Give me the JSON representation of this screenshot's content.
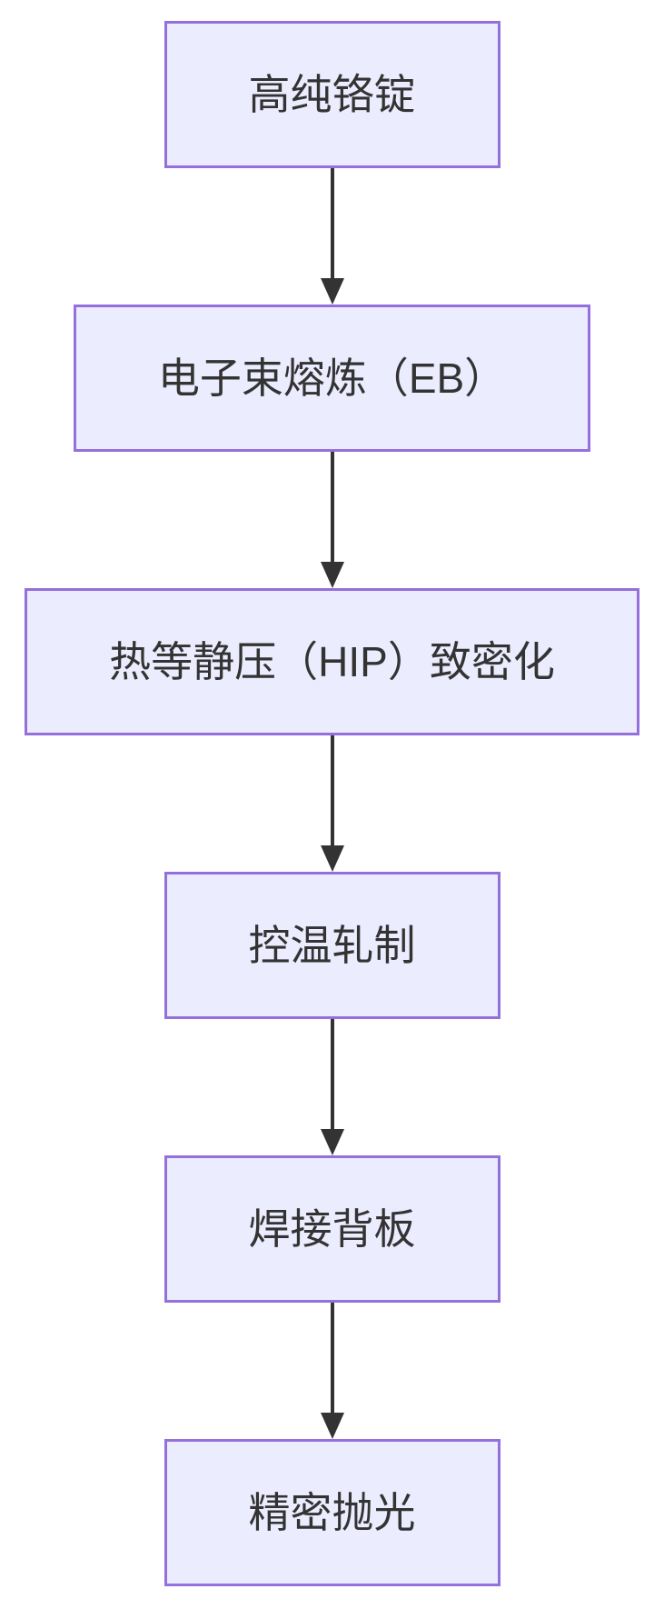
{
  "diagram": {
    "type": "flowchart",
    "direction": "top-down",
    "colors": {
      "node_fill": "#ECECFF",
      "node_border": "#9370DB",
      "text": "#333333",
      "arrow": "#333333",
      "background": "#FFFFFF"
    },
    "nodes": [
      {
        "label": "高纯铬锭"
      },
      {
        "label": "电子束熔炼（EB）"
      },
      {
        "label": "热等静压（HIP）致密化"
      },
      {
        "label": "控温轧制"
      },
      {
        "label": "焊接背板"
      },
      {
        "label": "精密抛光"
      }
    ],
    "edges": [
      {
        "from": 0,
        "to": 1
      },
      {
        "from": 1,
        "to": 2
      },
      {
        "from": 2,
        "to": 3
      },
      {
        "from": 3,
        "to": 4
      },
      {
        "from": 4,
        "to": 5
      }
    ]
  }
}
